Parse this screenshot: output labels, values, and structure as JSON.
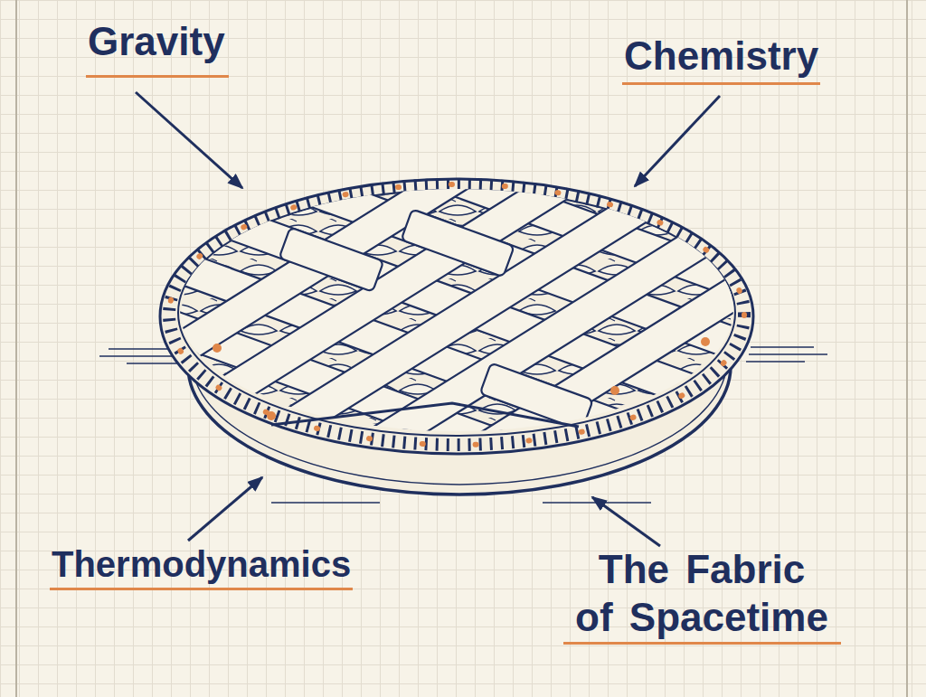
{
  "diagram": {
    "labels": [
      "Gravity",
      "Chemistry",
      "Thermodynamics",
      "The Fabric of Spacetime"
    ]
  }
}
